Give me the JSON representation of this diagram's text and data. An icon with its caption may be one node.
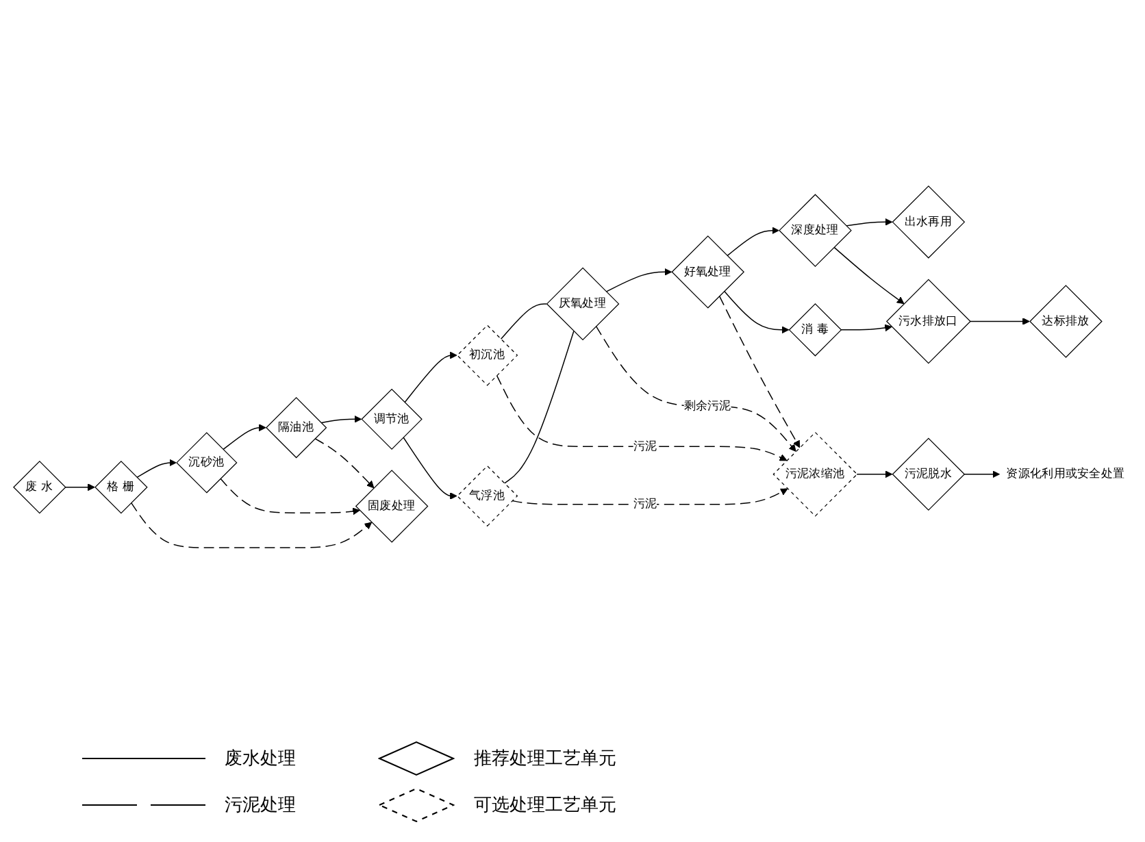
{
  "diagram": {
    "nodes": [
      {
        "text": [
          "废 水"
        ]
      },
      {
        "text": [
          "格 栅"
        ]
      },
      {
        "text": [
          "沉砂池"
        ]
      },
      {
        "text": [
          "隔油池"
        ]
      },
      {
        "text": [
          "调节池"
        ]
      },
      {
        "text": [
          "初沉池"
        ]
      },
      {
        "text": [
          "气浮池"
        ]
      },
      {
        "text": [
          "固废处理"
        ]
      },
      {
        "text": [
          "厌氧处理"
        ]
      },
      {
        "text": [
          "好氧处理"
        ]
      },
      {
        "text": [
          "深度处理"
        ]
      },
      {
        "text": [
          "消 毒"
        ]
      },
      {
        "text": [
          "出水再用"
        ]
      },
      {
        "text": [
          "污水排放口"
        ]
      },
      {
        "text": [
          "达标排放"
        ]
      },
      {
        "text": [
          "污泥浓缩池"
        ]
      },
      {
        "text": [
          "污泥脱水"
        ]
      },
      {
        "text": [
          "资源化利用或安全处置"
        ]
      }
    ],
    "edges": [
      {
        "from": 0,
        "to": 1,
        "arrow": "to"
      },
      {
        "from": 1,
        "to": 2,
        "arrow": "to"
      },
      {
        "from": 2,
        "to": 3,
        "arrow": "to"
      },
      {
        "from": 3,
        "to": 4,
        "arrow": "to"
      },
      {
        "from": 4,
        "to": 5,
        "arrow": "to"
      },
      {
        "from": 4,
        "to": 6,
        "arrow": "to"
      },
      {
        "from": 5,
        "to": 8,
        "arrow": "none"
      },
      {
        "from": 6,
        "to": 8,
        "arrow": "none"
      },
      {
        "from": 1,
        "to": 7,
        "arrow": "to",
        "style": "dashed"
      },
      {
        "from": 2,
        "to": 7,
        "arrow": "to",
        "style": "dashed"
      },
      {
        "from": 3,
        "to": 7,
        "arrow": "to",
        "style": "dashed"
      },
      {
        "from": 8,
        "to": 9,
        "arrow": "to"
      },
      {
        "from": 9,
        "to": 10,
        "arrow": "to"
      },
      {
        "from": 9,
        "to": 11,
        "arrow": "to"
      },
      {
        "from": 10,
        "to": 12,
        "arrow": "to"
      },
      {
        "from": 10,
        "to": 13,
        "arrow": "to"
      },
      {
        "from": 11,
        "to": 13,
        "arrow": "to"
      },
      {
        "from": 13,
        "to": 14,
        "arrow": "to"
      },
      {
        "from": 5,
        "to": 15,
        "arrow": "to",
        "style": "dashed",
        "label": "污泥"
      },
      {
        "from": 6,
        "to": 15,
        "arrow": "to",
        "style": "dashed",
        "label": "污泥"
      },
      {
        "from": 8,
        "to": 15,
        "arrow": "to",
        "style": "dashed",
        "label": "剩余污泥"
      },
      {
        "from": 9,
        "to": 15,
        "arrow": "to",
        "style": "dashed"
      },
      {
        "from": 15,
        "to": 16,
        "arrow": "to"
      },
      {
        "from": 16,
        "to": 17,
        "arrow": "to"
      }
    ],
    "legend": [
      {
        "text": "废水处理"
      },
      {
        "text": "污泥处理"
      },
      {
        "text": "推荐处理工艺单元"
      },
      {
        "text": "可选处理工艺单元"
      }
    ]
  }
}
